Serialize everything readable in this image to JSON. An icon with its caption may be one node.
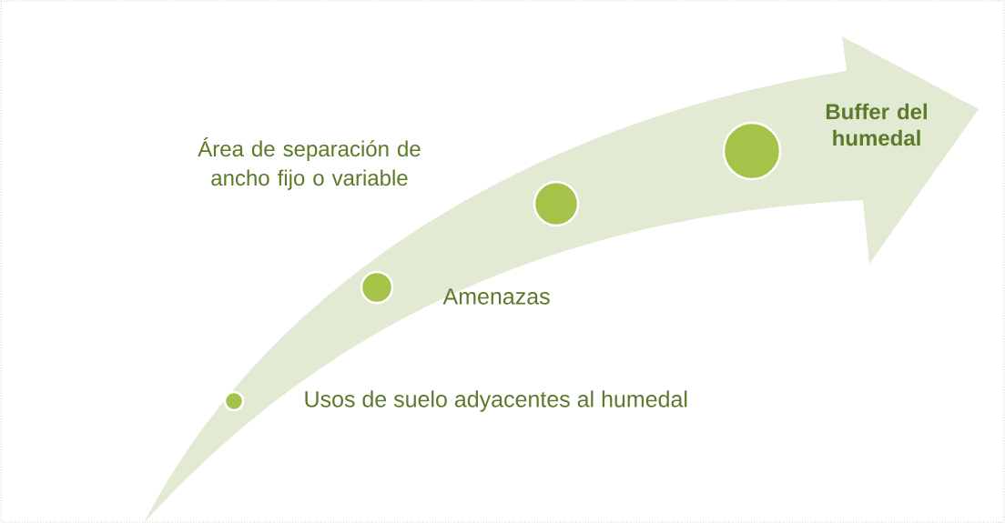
{
  "diagram": {
    "nodes": [
      {
        "text": [
          "Buffer del humedal"
        ]
      },
      {
        "text": [],
        "shape": "circle",
        "in": 0,
        "beside": [
          "Usos de suelo adyacentes al humedal"
        ]
      },
      {
        "text": [],
        "shape": "circle",
        "in": 0,
        "beside": [
          "Amenazas"
        ]
      },
      {
        "text": [],
        "shape": "circle",
        "in": 0
      },
      {
        "text": [],
        "shape": "circle",
        "in": 0
      }
    ],
    "labels": [
      "Área de separación de ancho fijo o variable"
    ]
  }
}
